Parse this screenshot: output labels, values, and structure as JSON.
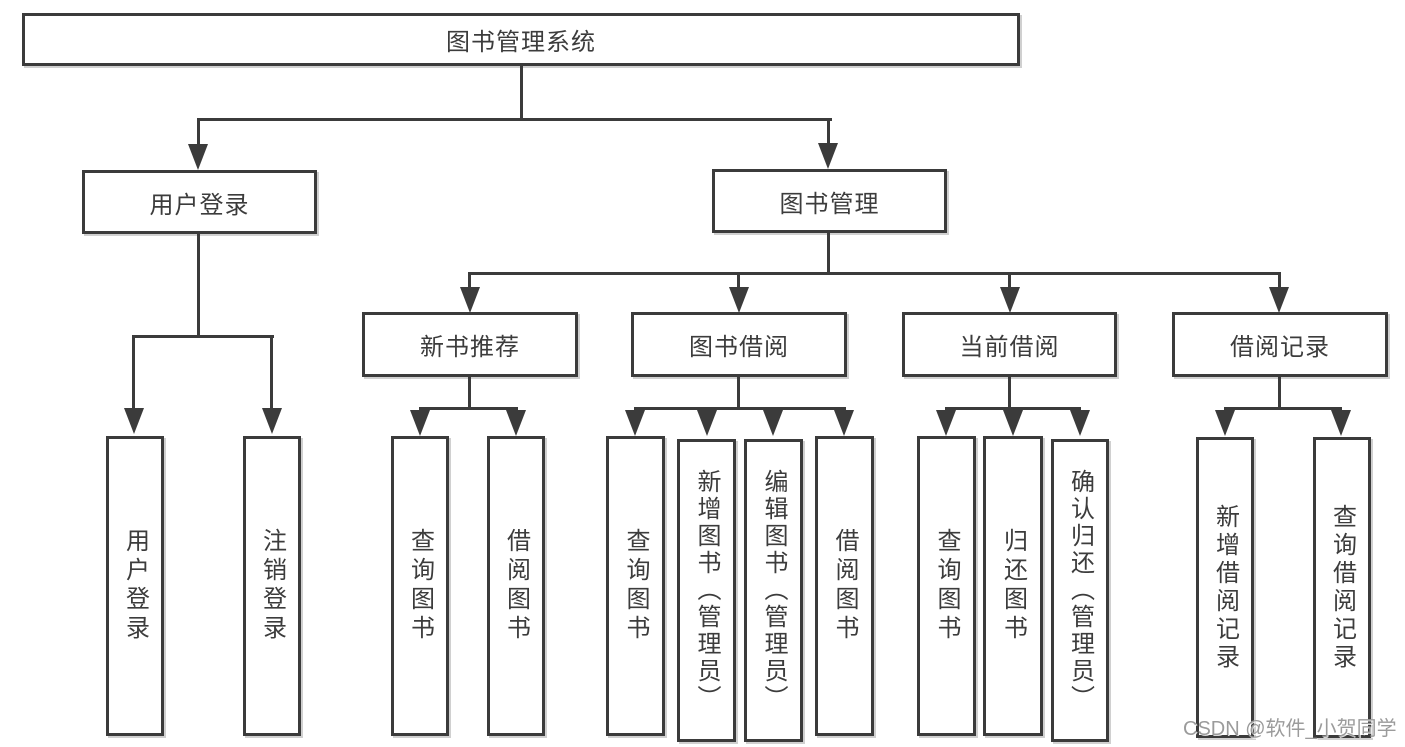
{
  "nodes": {
    "root": {
      "label": "图书管理系统"
    },
    "user_login": {
      "label": "用户登录"
    },
    "book_mgmt": {
      "label": "图书管理"
    },
    "new_books": {
      "label": "新书推荐"
    },
    "book_borrow": {
      "label": "图书借阅"
    },
    "current_borrow": {
      "label": "当前借阅"
    },
    "borrow_records": {
      "label": "借阅记录"
    },
    "leaf_user_login": {
      "label": "用户登录"
    },
    "leaf_logout": {
      "label": "注销登录"
    },
    "nb_query_books": {
      "label": "查询图书"
    },
    "nb_borrow_books": {
      "label": "借阅图书"
    },
    "bb_query_books": {
      "label": "查询图书"
    },
    "bb_add_books": {
      "label": "新增图书（管理员）"
    },
    "bb_edit_books": {
      "label": "编辑图书（管理员）"
    },
    "bb_borrow_books": {
      "label": "借阅图书"
    },
    "cb_query_books": {
      "label": "查询图书"
    },
    "cb_return_books": {
      "label": "归还图书"
    },
    "cb_confirm_return": {
      "label": "确认归还（管理员）"
    },
    "br_add_record": {
      "label": "新增借阅记录"
    },
    "br_query_record": {
      "label": "查询借阅记录"
    }
  },
  "watermark": {
    "text": "CSDN @软件_小贺同学"
  },
  "colors": {
    "line": "#3b3b3b",
    "text": "#3c3c3c",
    "box_background": "#ffffff",
    "watermark": "#9b9b9b"
  }
}
